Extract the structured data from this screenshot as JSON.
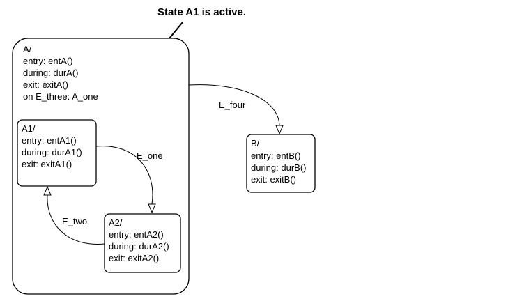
{
  "callout": {
    "text": "State A1 is active."
  },
  "states": {
    "A": {
      "lines": [
        "A/",
        "entry: entA()",
        "during: durA()",
        "exit: exitA()",
        "on E_three: A_one"
      ]
    },
    "A1": {
      "lines": [
        "A1/",
        "entry: entA1()",
        "during: durA1()",
        "exit: exitA1()"
      ]
    },
    "A2": {
      "lines": [
        "A2/",
        "entry: entA2()",
        "during: durA2()",
        "exit: exitA2()"
      ]
    },
    "B": {
      "lines": [
        "B/",
        "entry: entB()",
        "during: durB()",
        "exit: exitB()"
      ]
    }
  },
  "transitions": {
    "E_one": {
      "label": "E_one"
    },
    "E_two": {
      "label": "E_two"
    },
    "E_four": {
      "label": "E_four"
    }
  }
}
